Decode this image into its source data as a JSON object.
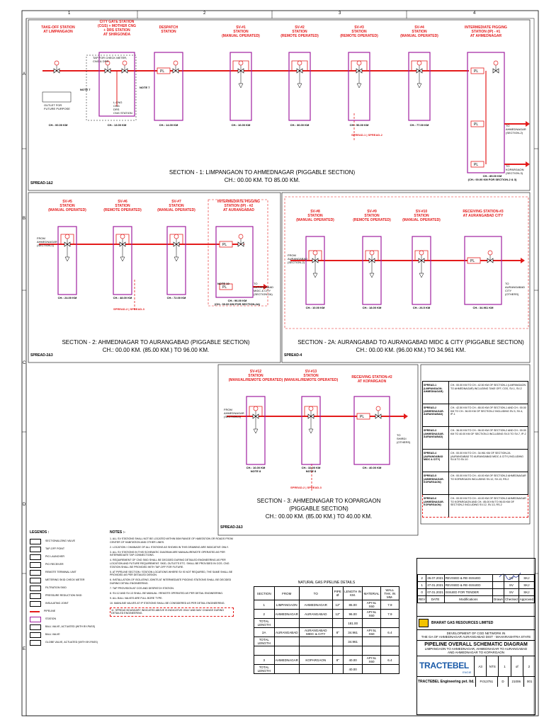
{
  "grid": {
    "columns": [
      "1",
      "2",
      "3",
      "4"
    ],
    "rows": [
      "A",
      "B",
      "C",
      "D",
      "E"
    ]
  },
  "colors": {
    "pipeline": "#e41b1b",
    "station": "#a020a0",
    "dash": "#e41b1b",
    "label": "#e41b1b"
  },
  "section1": {
    "tag": "SPREAD-1&2",
    "title": "SECTION - 1: LIMPANGAON TO AHMEDNAGAR (PIGGABLE SECTION)\nCH.: 00.00 KM. TO 85.00 KM.",
    "stations": [
      {
        "label": "TAKE-OFF STATION\nAT LIMPANGAON",
        "ch": "CH.: 00.00 KM"
      },
      {
        "label": "CITY GATE STATION\n(CGS) + MOTHER CNG\n+ DRS STATION\nAT SHIRGONDA",
        "ch": "CH.: 13.00 KM"
      },
      {
        "label": "DESPATCH\nSTATION",
        "ch": "CH.: 14.00 KM"
      },
      {
        "label": "SV-#1\nSTATION\n(MANUAL OPERATED)",
        "ch": "CH.: 16.00 KM"
      },
      {
        "label": "SV-#2\nSTATION\n(REMOTE OPERATED)",
        "ch": "CH.: 36.00 KM"
      },
      {
        "label": "SV-#3\nSTATION\n(REMOTE OPERATED)",
        "ch": "CH.: 56.00 KM"
      },
      {
        "label": "SV-#4\nSTATION\n(MANUAL OPERATED)",
        "ch": "CH.: 77.00 KM"
      },
      {
        "label": "INTERMEDIATE PIGGING\nSTATION (IP) - #1\nAT AHMEDNAGAR",
        "ch": "CH.: 85.00 KM\n(CH.: 00.00 KM FOR SECTION-2 & 3)"
      }
    ],
    "note1": "NOTE 7",
    "note2": "NOTE 7",
    "tap_label": "TAP FOR CHECK METER,\nCNG & DRS",
    "cng_label": "L-CNG\nCNG\nDRS\nCNG STATION",
    "outlet_label": "OUTLET FOR\nFUTURE PURPOSE",
    "spread_tag": "SPREAD-1 | SPREAD-2",
    "to2": "TO\nAHMEDNAGAR\n(SECTION-2)",
    "to3": "TO\nKOPARGAON\n(SECTION-3)"
  },
  "section2": {
    "tag": "SPREAD-2&3",
    "title": "SECTION - 2: AHMEDNAGAR TO AURANGABAD (PIGGABLE SECTION)\nCH.: 00.00 KM. (85.00 KM.) TO 96.00 KM.",
    "from": "FROM\nAHMEDNAGAR\n(SECTION-1)",
    "stations": [
      {
        "label": "SV-#5\nSTATION\n(MANUAL OPERATED)",
        "ch": "CH.: 24.00 KM"
      },
      {
        "label": "SV-#6\nSTATION\n(REMOTE OPERATED)",
        "ch": "CH.: 48.00 KM"
      },
      {
        "label": "SV-#7\nSTATION\n(MANUAL OPERATED)",
        "ch": "CH.: 72.00 KM"
      },
      {
        "label": "INTERMEDIATE PIGGING\nSTATION (IP) - #2\nAT AURANGABAD",
        "ch": "CH.: 96.00 KM\n(CH.: 00.00 KM FOR SECTION-2A)"
      }
    ],
    "note": "NOTE 10",
    "spread_tag": "SPREAD-2 | SPREAD-3",
    "to": "TO\nAURANGABAD\nMIDC & CITY\n(SECTION-2A)"
  },
  "section2a": {
    "tag": "SPREAD-4",
    "title": "SECTION - 2A: AURANGABAD TO AURANGABAD MIDC & CITY (PIGGABLE SECTION)\nCH.: 00.00 KM. (96.00 KM.) TO 34.961 KM.",
    "from": "FROM\nAURANGABAD\n(SECTION-2)",
    "stations": [
      {
        "label": "SV-#8\nSTATION\n(MANUAL OPERATED)",
        "ch": "CH.: 10.00 KM"
      },
      {
        "label": "SV-#9\nSTATION\n(REMOTE OPERATED)",
        "ch": "CH.: 18.00 KM"
      },
      {
        "label": "SV-#10\nSTATION\n(MANUAL OPERATED)",
        "ch": "CH.: 26.5 KM"
      },
      {
        "label": "RECEIVING STATION-#3\nAT AURANGABAD CITY",
        "ch": "CH.: 34.961 KM"
      }
    ],
    "to": "TO\nAURANGABAD\nCITY\n(OTHERS)"
  },
  "section3": {
    "tag": "SPREAD-2&3",
    "title": "SECTION - 3: AHMEDNAGAR TO KOPARGAON\n(PIGGABLE SECTION)\nCH.: 00.00 KM. (85.00 KM.) TO 40.00 KM.",
    "from": "FROM\nAHMEDNAGAR\n(SECTION-1)",
    "stations": [
      {
        "label": "SV-#12\nSTATION\n(MANUAL/REMOTE OPERATED)",
        "ch": "CH.: 16.00 KM",
        "note": "NOTE 8"
      },
      {
        "label": "SV-#13\nSTATION\n(MANUAL/REMOTE OPERATED)",
        "ch": "CH.: 32.00 KM",
        "note": "NOTE 8"
      },
      {
        "label": "RECEIVING STATION-#2\nAT KOPARGAON",
        "ch": "CH.: 40.00 KM"
      }
    ],
    "spread_tag": "SPREAD-2 | SPREAD-3",
    "to": "TO\nSHIRDI\n(OTHERS)"
  },
  "spread_table": [
    {
      "tag": "SPREAD-1\n(LIMPANGAON-\nAHMEDNAGAR)",
      "text": "CH.: 00.00 KM TO CH.: 42.50 KM OF SECTION-1 (LIMPANGAON TO AHMEDNAGAR) INCLUDING TAKE OFF, CGS, SV-1, SV-2"
    },
    {
      "tag": "SPREAD-2\n(AHMEDNAGAR-\nAURANGABAD)",
      "text": "CH.: 42.50 KM TO CH.: 85.00 KM OF SECTION-1 AND CH.: 00.00 KM TO CH.: 36.00 KM OF SECTION-2 INCLUDING SV-3, SV-4, IP-1"
    },
    {
      "tag": "SPREAD-3\n(AHMEDNAGAR-\nAURANGABAD)",
      "text": "CH.: 36.00 KM TO CH.: 96.00 KM OF SECTION-2 AND CH.: 00.00 KM TO 40.00 KM OF SECTION-3 INCLUDING SV-5 TO SV-7, IP-2"
    },
    {
      "tag": "SPREAD-4\n(AURANGABAD\nMIDC & CITY)",
      "text": "CH.: 00.00 KM TO CH.: 34.961 KM OF SECTION-2A (AURANGABAD TO AURANGABAD MIDC & CITY) INCLUDING SV-8 TO SV-10"
    },
    {
      "tag": "SPREAD-5\n(AHMEDNAGAR-\nKOPARGAON)",
      "text": "CH.: 00.00 KM TO CH.: 40.00 KM OF SECTION-3 AHMEDNAGAR TO KOPARGAON INCLUDING SV-12, SV-13, RS-2"
    },
    {
      "tag": "SPREAD-6\n(AHMEDNAGAR-\nKOPARGAON)",
      "text": "CH.: 00.00 KM TO CH.: 40.00 KM OF SECTION-3 AHMEDNAGAR TO KOPARGAON AND CH.: 85.00 KM TO 96.00 KM OF SECTION-2 INCLUDING SV-12, SV-13, RS-2"
    }
  ],
  "legend": {
    "heading": "LEGENDS :",
    "items": [
      "SECTIONALIZING VALVE",
      "TAP-OFF POINT",
      "PIG LAUNCHER",
      "PIG RECEIVER",
      "REMOTE TERMINAL UNIT",
      "METERING SKID CHECK METER",
      "FILTRATION SKID",
      "PRESSURE REDUCTION SKID",
      "INSULATING JOINT",
      "PIPELINE",
      "STATION",
      "BALL VALVE, ACTUATED (WITH BY-PASS)",
      "BALL VALVE",
      "GLOBE VALVE, ACTUATED (WITH BY-PASS)"
    ]
  },
  "notes": {
    "heading": "NOTES :-",
    "items": [
      "1. ALL SV STATIONS SHALL NOT BE LOCATED WITHIN 50M RANGE OF HABITATION OR ROADS FROM CENTER OF HABITATION AND OTHER LINES.",
      "2. LOCATION / CHAINAGE OF ALL STATIONS AS SHOWN IN THIS DRAWING ARE INDICATIVE ONLY.",
      "3. ALL SV STATIONS IN THIS SCHEMATIC DIAGRAM ARE MANUAL/REMOTE OPERATED AS PER INTERMEDIATE TAP CONNECTIONS.",
      "4. REQUIREMENT OF CNG SKID SHALL BE DECIDED DURING DETAILED ENGINEERING AS PER LOCATION AND FUTURE REQUIREMENT. SKID, OUTLETS ETC. SHALL BE PROVIDED IN CGS. CNG STATION SHALL BE PROVIDED WITH TAP-OFF FOR FUTURE.",
      "5. AT PIPELINE SECTION / STATION LOCATIONS WHERE SV IS NOT REQUIRED, THE SAME SHALL BE PROVIDED AS PER DETAILED DESIGN.",
      "6. INSTALLATION OF ISOLATING JOINTS AT INTERMEDIATE PIGGING STATIONS SHALL BE DECIDED DURING DETAIL ENGINEERING.",
      "7. TAP PROVISION AT CGS AND DESPATCH STATION.",
      "8. SV-12 AND SV-13 SHALL BE MANUAL / REMOTE OPERATED AS PER DETAIL ENGINEERING.",
      "9. ALL BALL VALVES ARE FULL BORE TYPE.",
      "10. MAINLINE VALVES AT IP STATIONS SHALL BE CONSIDERED AS PER DETAIL ENGINEERING.",
      "11. SPREAD BOUNDARY INDICATED ABOVE IS INDICATIVE ONLY AND MAY CHANGE DURING DETAILED ENGINEERING."
    ]
  },
  "gas_table": {
    "title": "NATURAL GAS PIPELINE DETAILS",
    "headers": [
      "SECTION",
      "FROM",
      "TO",
      "PIPE Ø",
      "LENGTH IN KM.",
      "MATERIAL",
      "WALL THK. IN MM."
    ],
    "rows": [
      [
        "1",
        "LIMPANGAON",
        "AHMEDNAGAR",
        "12\"",
        "85.00",
        "API 5L X60",
        "7.9"
      ],
      [
        "2",
        "AHMEDNAGAR",
        "AURANGABAD",
        "12\"",
        "96.00",
        "API 5L X60",
        "7.9"
      ],
      [
        "TOTAL LENGTH",
        "",
        "",
        "",
        "181.00",
        "",
        ""
      ],
      [
        "2A",
        "AURANGABAD",
        "AURANGABAD MIDC & CITY",
        "8\"",
        "34.961",
        "API 5L X60",
        "6.4"
      ],
      [
        "TOTAL LENGTH",
        "",
        "",
        "",
        "34.961",
        "",
        ""
      ],
      [
        "",
        "",
        "",
        "",
        "",
        "",
        ""
      ],
      [
        "3",
        "AHMEDNAGAR",
        "KOPARGAON",
        "8\"",
        "40.00",
        "API 5L X60",
        "6.4"
      ],
      [
        "TOTAL LENGTH",
        "",
        "",
        "",
        "40.00",
        "",
        ""
      ]
    ]
  },
  "title_block": {
    "revisions": [
      [
        "2",
        "26.07.2021",
        "REVISED & RE-ISSUED",
        "",
        "SV",
        "SKJ"
      ],
      [
        "1",
        "27.01.2021",
        "REVISED & RE-ISSUED",
        "",
        "SV",
        "SKJ"
      ],
      [
        "0",
        "07.01.2021",
        "ISSUED FOR TENDER",
        "",
        "SV",
        "SKJ"
      ]
    ],
    "rev_headers": [
      "REV",
      "DATE",
      "Modifications",
      "Drawn",
      "Checked",
      "Approved"
    ],
    "client": "BHARAT GAS RESOURCES LIMITED",
    "project": "DEVELOPMENT OF CGD NETWORK IN\nTHE GA OF AHMEDNAGAR AURANGABAD DIST - MAHARASHTRA STATE",
    "drawing_title": "PIPELINE OVERALL SCHEMATIC DIAGRAM",
    "drawing_sub": "LIMPANGAON TO AHMEDNAGAR, AHMEDNAGAR TO AURANGABAD\nAND AHMEDNAGAR TO KOPARGAON",
    "brand": "TRACTEBEL",
    "brand_sub": "ENGIE",
    "firm": "TRACTEBEL Engineering pvt. ltd.",
    "size": "A3",
    "scale": "NTS",
    "sheet": "1",
    "of": "of",
    "sheets": "2",
    "project_no": "P.013751",
    "doc_type": "D",
    "doc_no": "21006",
    "rev": "001"
  }
}
